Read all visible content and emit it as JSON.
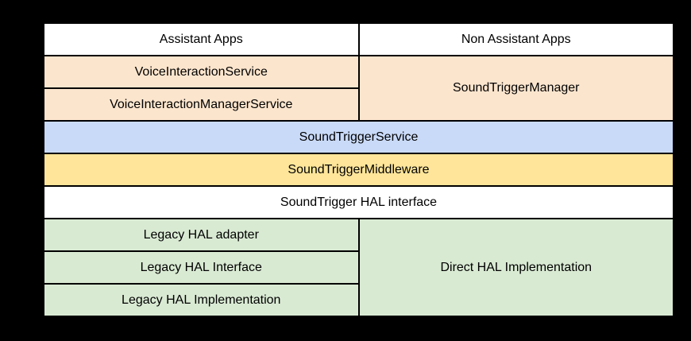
{
  "colors": {
    "background": "#000000",
    "border": "#000000",
    "text": "#000000",
    "white": "#ffffff",
    "peach": "#fce5cd",
    "blue": "#c9daf8",
    "yellow": "#ffe599",
    "green": "#d9ead3"
  },
  "diagram": {
    "apps_layer": {
      "assistant_apps": "Assistant Apps",
      "non_assistant_apps": "Non Assistant Apps"
    },
    "framework_layer": {
      "voice_interaction_service": "VoiceInteractionService",
      "voice_interaction_manager_service": "VoiceInteractionManagerService",
      "sound_trigger_manager": "SoundTriggerManager"
    },
    "service_layer": {
      "sound_trigger_service": "SoundTriggerService",
      "sound_trigger_middleware": "SoundTriggerMiddleware",
      "sound_trigger_hal_interface": "SoundTrigger HAL interface"
    },
    "hal_layer": {
      "legacy_hal_adapter": "Legacy HAL adapter",
      "legacy_hal_interface": "Legacy HAL Interface",
      "legacy_hal_implementation": "Legacy HAL Implementation",
      "direct_hal_implementation": "Direct HAL Implementation"
    }
  }
}
